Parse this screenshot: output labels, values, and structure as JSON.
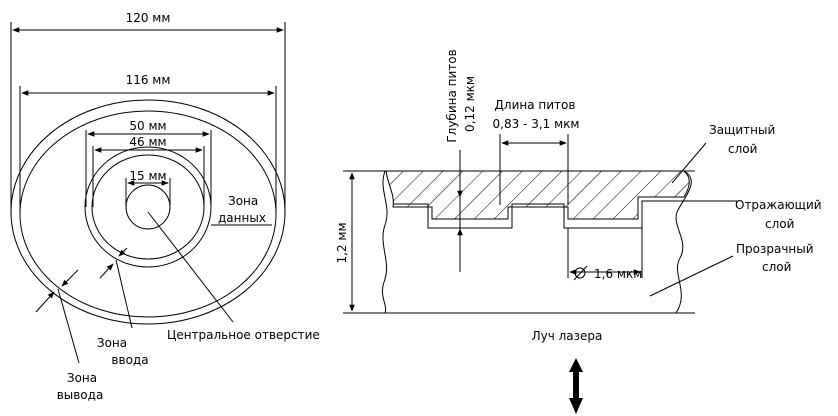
{
  "disc": {
    "dim_120": "120 мм",
    "dim_116": "116 мм",
    "dim_50": "50 мм",
    "dim_46": "46 мм",
    "dim_15": "15 мм",
    "data_zone_line1": "Зона",
    "data_zone_line2": "данных",
    "center_hole": "Центральное отверстие",
    "lead_in_line1": "Зона",
    "lead_in_line2": "ввода",
    "lead_out_line1": "Зона",
    "lead_out_line2": "вывода"
  },
  "section": {
    "pit_depth_line1": "Глубина питов",
    "pit_depth_line2": "0,12 мкм",
    "pit_length_line1": "Длина питов",
    "pit_length_line2": "0,83 - 3,1 мкм",
    "protective_line1": "Защитный",
    "protective_line2": "слой",
    "reflective_line1": "Отражающий",
    "reflective_line2": "слой",
    "transparent_line1": "Прозрачный",
    "transparent_line2": "слой",
    "thickness": "1,2 мм",
    "track_pitch": "1,6 мкм",
    "laser_beam": "Луч лазера"
  }
}
